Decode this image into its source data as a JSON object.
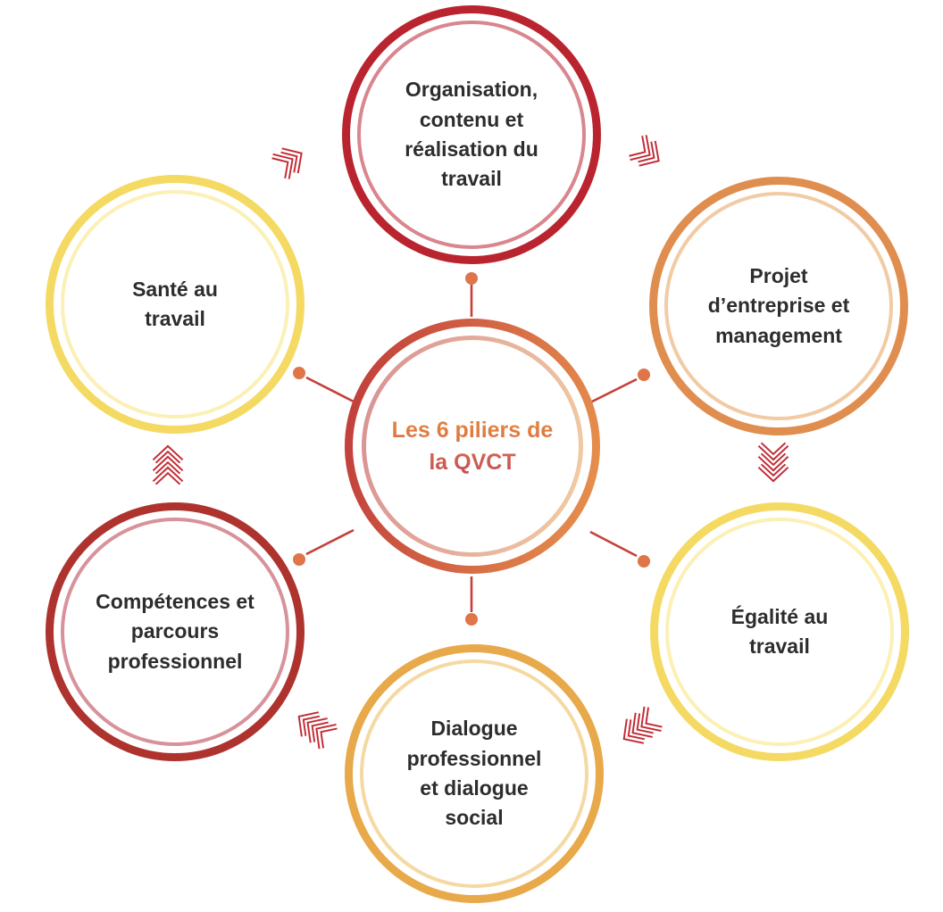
{
  "diagram": {
    "title": "Les 6 piliers de la QVCT",
    "background_color": "#ffffff",
    "text_color": "#2d2d2d"
  },
  "center": {
    "label": "Les 6 piliers de\nla QVCT",
    "border_gradient": [
      "#bf3a3a",
      "#e8944e"
    ],
    "inner_ring_gradient": [
      "#d89093",
      "#f2cda4"
    ],
    "text_gradient": [
      "#e2813f",
      "#c85058"
    ]
  },
  "pillars": [
    {
      "id": "organisation",
      "position": "top",
      "label": "Organisation,\ncontenu et\nréalisation du\ntravail",
      "ring_color": "#b9242f",
      "inner_ring_color": "#d9868e"
    },
    {
      "id": "projet",
      "position": "top-right",
      "label": "Projet\nd’entreprise et\nmanagement",
      "ring_color": "#e08e4f",
      "inner_ring_color": "#f1cba4"
    },
    {
      "id": "egalite",
      "position": "bottom-right",
      "label": "Égalité au\ntravail",
      "ring_color": "#f4da62",
      "inner_ring_color": "#fbf0b5"
    },
    {
      "id": "dialogue",
      "position": "bottom",
      "label": "Dialogue\nprofessionnel\net dialogue\nsocial",
      "ring_color": "#e8a94a",
      "inner_ring_color": "#f5d9a3"
    },
    {
      "id": "competences",
      "position": "bottom-left",
      "label": "Compétences et\nparcours\nprofessionnel",
      "ring_color": "#ae332e",
      "inner_ring_color": "#d8929b"
    },
    {
      "id": "sante",
      "position": "top-left",
      "label": "Santé au\ntravail",
      "ring_color": "#f4da62",
      "inner_ring_color": "#fbf0b5"
    }
  ],
  "connectors": {
    "line_color": "#c5403a",
    "dot_color": "#df7549"
  },
  "arrows": {
    "color": "#c22b35",
    "items": [
      {
        "name": "chevron-arrow-sante-to-organisation",
        "chevrons": 2,
        "direction": "up-right"
      },
      {
        "name": "chevron-arrow-organisation-to-projet",
        "chevrons": 2,
        "direction": "down-right"
      },
      {
        "name": "chevron-arrow-projet-to-egalite",
        "chevrons": 3,
        "direction": "down"
      },
      {
        "name": "chevron-arrow-egalite-to-dialogue",
        "chevrons": 3,
        "direction": "down-left"
      },
      {
        "name": "chevron-arrow-dialogue-to-competences",
        "chevrons": 3,
        "direction": "up-left"
      },
      {
        "name": "chevron-arrow-competences-to-sante",
        "chevrons": 3,
        "direction": "up"
      }
    ]
  }
}
